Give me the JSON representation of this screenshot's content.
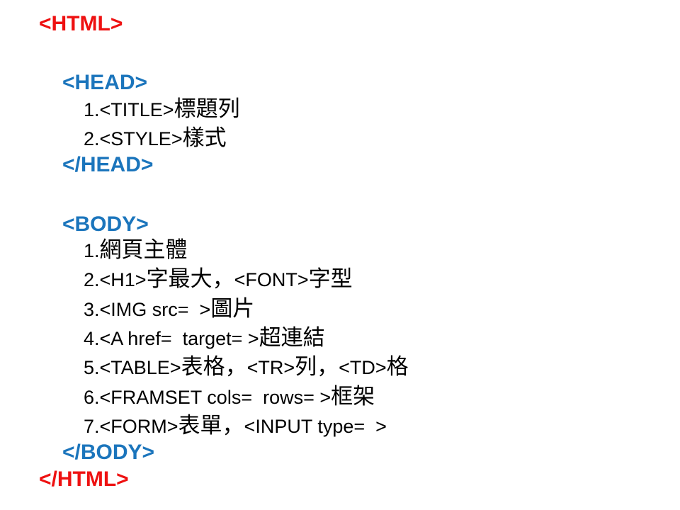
{
  "slide_type": "presentation-slide",
  "colors": {
    "tag_red": "#ee1111",
    "tag_blue": "#1b75bc",
    "body_text": "#000000",
    "background": "#ffffff"
  },
  "tags": {
    "html_open": "<HTML>",
    "head_open": "<HEAD>",
    "head_close": "</HEAD>",
    "body_open": "<BODY>",
    "body_close": "</BODY>",
    "html_close": "</HTML>"
  },
  "head_items": [
    {
      "segments": [
        "1.<TITLE>",
        "標題列"
      ]
    },
    {
      "segments": [
        "2.<STYLE>",
        "樣式"
      ]
    }
  ],
  "body_items": [
    {
      "segments": [
        "1.",
        "網頁主體"
      ]
    },
    {
      "segments": [
        "2.<H1>",
        "字最大，",
        "<FONT>",
        "字型"
      ]
    },
    {
      "segments": [
        "3.<IMG src=  >",
        "圖片"
      ]
    },
    {
      "segments": [
        "4.<A href=  target= >",
        "超連結"
      ]
    },
    {
      "segments": [
        "5.<TABLE>",
        "表格，",
        "<TR>",
        "列，",
        "<TD>",
        "格"
      ]
    },
    {
      "segments": [
        "6.<FRAMSET cols=  rows= >",
        "框架"
      ]
    },
    {
      "segments": [
        "7.<FORM>",
        "表單，",
        "<INPUT type=  >"
      ]
    }
  ]
}
